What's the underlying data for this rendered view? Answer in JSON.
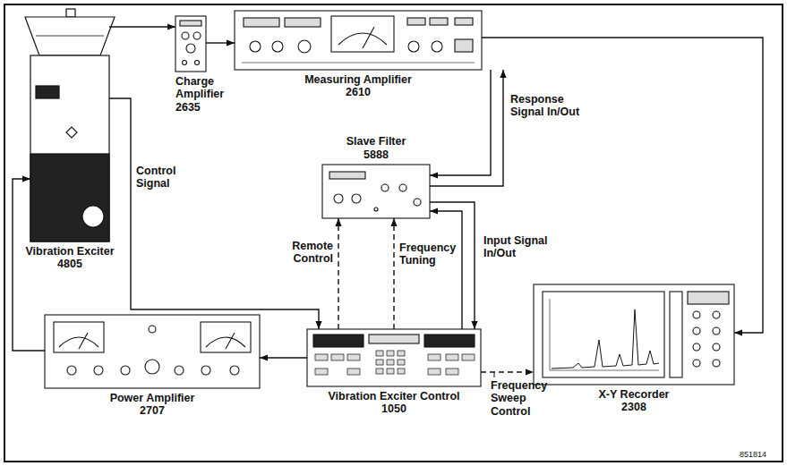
{
  "diagram": {
    "nodes": [
      {
        "text": [
          "Vibration Exciter",
          "4805"
        ]
      },
      {
        "text": [
          "Charge Amplifier",
          "2635"
        ]
      },
      {
        "text": [
          "Measuring Amplifier",
          "2610"
        ]
      },
      {
        "text": [
          "Slave Filter",
          "5888"
        ]
      },
      {
        "text": [
          "Power Amplifier",
          "2707"
        ]
      },
      {
        "text": [
          "Vibration Exciter Control",
          "1050"
        ]
      },
      {
        "text": [
          "X-Y Recorder",
          "2308"
        ]
      }
    ],
    "edges": [
      {
        "from": 0,
        "to": 1,
        "arrow": "to"
      },
      {
        "from": 1,
        "to": 2,
        "arrow": "to"
      },
      {
        "from": 2,
        "to": 6,
        "arrow": "to"
      },
      {
        "from": 2,
        "to": 3,
        "arrow": "to",
        "label": "Response Signal In/Out"
      },
      {
        "from": 3,
        "to": 2,
        "arrow": "to"
      },
      {
        "from": 5,
        "to": 3,
        "arrow": "to",
        "label": "Input Signal In/Out"
      },
      {
        "from": 3,
        "to": 5,
        "arrow": "to"
      },
      {
        "from": 0,
        "to": 5,
        "arrow": "to",
        "label": "Control Signal"
      },
      {
        "from": 5,
        "to": 4,
        "arrow": "to"
      },
      {
        "from": 4,
        "to": 0,
        "arrow": "to"
      },
      {
        "from": 5,
        "to": 3,
        "arrow": "to",
        "label": "Remote Control"
      },
      {
        "from": 5,
        "to": 3,
        "arrow": "to",
        "label": "Frequency Tuning"
      },
      {
        "from": 5,
        "to": 6,
        "arrow": "to",
        "label": "Frequency Sweep Control"
      }
    ],
    "labels": [
      "851814"
    ]
  }
}
